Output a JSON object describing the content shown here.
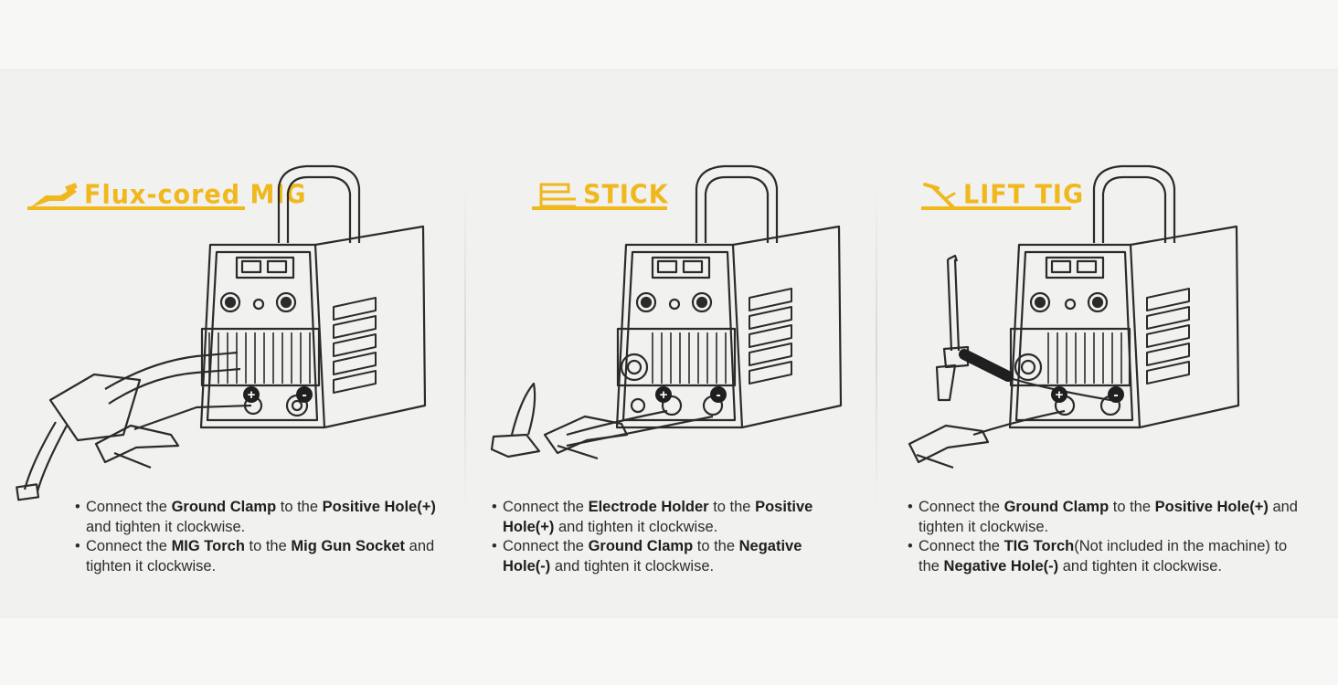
{
  "colors": {
    "accent": "#f0b81c",
    "line": "#2b2b2b",
    "background": "#f1f1ef"
  },
  "panels": [
    {
      "title": "Flux-cored MIG",
      "icon": "mig-torch-icon",
      "notes": [
        {
          "parts": [
            "Connect the ",
            "Ground Clamp",
            " to the ",
            "Positive Hole(+)",
            " and tighten it clockwise."
          ]
        },
        {
          "parts": [
            "Connect the ",
            "MIG Torch",
            " to the ",
            "Mig Gun Socket",
            " and tighten it clockwise."
          ]
        }
      ],
      "plus": "+",
      "minus": "-"
    },
    {
      "title": "STICK",
      "icon": "stick-electrode-icon",
      "notes": [
        {
          "parts": [
            "Connect the ",
            "Electrode Holder",
            " to the ",
            "Positive Hole(+)",
            " and tighten it clockwise."
          ]
        },
        {
          "parts": [
            "Connect the ",
            "Ground Clamp",
            " to the ",
            "Negative Hole(-)",
            " and tighten it clockwise."
          ]
        }
      ],
      "plus": "+",
      "minus": "-"
    },
    {
      "title": "LIFT TIG",
      "icon": "tig-torch-icon",
      "notes": [
        {
          "parts": [
            "Connect the ",
            "Ground Clamp",
            " to the ",
            "Positive Hole(+)",
            " and tighten it clockwise."
          ]
        },
        {
          "parts": [
            "Connect the ",
            "TIG Torch",
            "(Not included in the machine) to the ",
            "Negative Hole(-)",
            " and tighten it clockwise."
          ]
        }
      ],
      "plus": "+",
      "minus": "-"
    }
  ]
}
